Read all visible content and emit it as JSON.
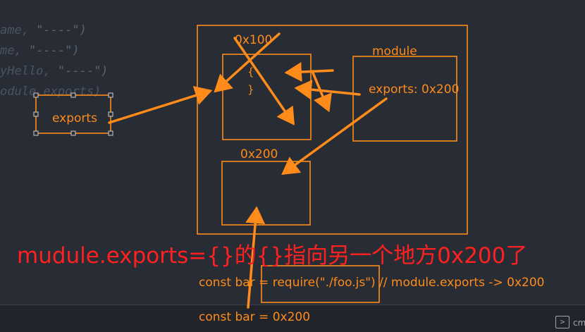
{
  "editor": {
    "code_lines": [
      {
        "prefix": "ame, ",
        "str": "\"----\")"
      },
      {
        "prefix": "me, ",
        "str": "\"----\")"
      },
      {
        "prefix": "yHello, ",
        "str": "\"----\")"
      },
      {
        "prefix": "odule.exports)",
        "str": ""
      }
    ]
  },
  "diagram": {
    "label_0x100": "0x100",
    "brace_open": "{",
    "brace_close": "}",
    "label_module": "module",
    "module_exports": "exports: 0x200",
    "label_exports": "exports",
    "label_0x200": "0x200"
  },
  "annotation": {
    "caption": "mudule.exports={}的{}指向另一个地方0x200了",
    "require_line": "const bar = require(\"./foo.js\") // module.exports -> 0x200",
    "assign_line": "const bar = 0x200"
  },
  "terminal": {
    "icon": "terminal-icon",
    "label": "cm"
  },
  "colors": {
    "accent": "#ff8c1a",
    "caption": "#ff2020",
    "background": "#282c34"
  }
}
